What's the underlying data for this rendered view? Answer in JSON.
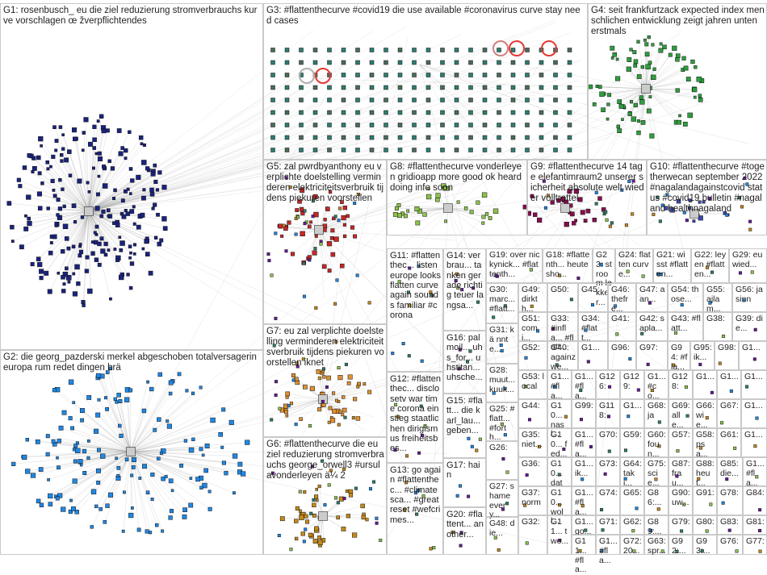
{
  "graph": {
    "groups": [
      {
        "id": "G1",
        "text": "G1: rosenbusch_ eu die ziel reduzierung stromverbrauchs kurve vorschlagen œ žverpflichtendes"
      },
      {
        "id": "G2",
        "text": "G2: die georg_pazderski merkel abgeschoben totalversagerin europa rum redet dingen brä"
      },
      {
        "id": "G3",
        "text": "G3: #flattenthecurve #covid19 die use available #coronavirus curve stay need cases"
      },
      {
        "id": "G4",
        "text": "G4: seit frankfurtzack expected index menschlichen entwicklung zeigt jahren unten erstmals"
      },
      {
        "id": "G5",
        "text": "G5: zal pwrdbyanthony eu verplichte doelstelling verminderen elektriciteitsverbruik tijdens piekuren voorstellen"
      },
      {
        "id": "G6",
        "text": "G6: #flattenthecurve die eu ziel reduzierung stromverbrauchs george_orwell3 #ursulavonderleyen ä¼ 2"
      },
      {
        "id": "G7",
        "text": "G7: eu zal verplichte doelstelling verminderen elektriciteitsverbruik tijdens piekuren voorstellen iknet"
      },
      {
        "id": "G8",
        "text": "G8: #flattenthecurve vonderleyen gridioapp more good ok heard doing info soon"
      },
      {
        "id": "G9",
        "text": "G9: #flattenthecurve 14 tage elefantimraum2 unserer sicherheit absolute welt wieder volltrottel"
      },
      {
        "id": "G10",
        "text": "G10: #flattenthecurve #togetherwecan september 2022 #nagalandagainstcovid status #covid19 bulletin #nagaland healthnagaland"
      },
      {
        "id": "G11",
        "text": "G11: #flattenthec... listen europe looks flatten curve again sounds familiar #corona"
      },
      {
        "id": "G12",
        "text": "G12: #flattenthec... disclosetv war time corona einstieg staatlichen dirigismus freiheitsbes..."
      },
      {
        "id": "G13",
        "text": "G13: go again #flattenthec... #climatesca... #greatreset #wefcrimes..."
      },
      {
        "id": "G14",
        "text": "G14: verbrau... tanken gerade richtig teuer langsa..."
      },
      {
        "id": "G15",
        "text": "G15: #flatt... die karl_lau... geben..."
      },
      {
        "id": "G16",
        "text": "G16: palmoil... uhs_for... uhstitan... uhsche..."
      },
      {
        "id": "G17",
        "text": "G17: hain"
      },
      {
        "id": "G18",
        "text": "G18: #flattenth... heutesho..."
      },
      {
        "id": "G19",
        "text": "G19: over nickynick... #flattenth..."
      },
      {
        "id": "G20",
        "text": "G20: #flattent... another..."
      },
      {
        "id": "G21",
        "text": "G21: wisst #flatten..."
      },
      {
        "id": "G22",
        "text": "G22: leyen #flatten..."
      },
      {
        "id": "G23",
        "text": "G23: stroom lekker..."
      },
      {
        "id": "G24",
        "text": "G24: flatten curve..."
      },
      {
        "id": "G25",
        "text": "G25: #flatt... #forth..."
      },
      {
        "id": "G26",
        "text": "G26:"
      },
      {
        "id": "G27",
        "text": "G27: shame every..."
      },
      {
        "id": "G28",
        "text": "G28: muut... kuuk..."
      },
      {
        "id": "G29",
        "text": "G29: eu wied..."
      },
      {
        "id": "G30",
        "text": "G30: marc... #flatt..."
      },
      {
        "id": "G31",
        "text": "G31: kä nnte..."
      },
      {
        "id": "G32",
        "text": "G32:"
      },
      {
        "id": "G33",
        "text": "G33: #infla... #flatt..."
      },
      {
        "id": "G34",
        "text": "G34: #flatt..."
      },
      {
        "id": "G35",
        "text": "G35: niet..."
      },
      {
        "id": "G36",
        "text": "G36:"
      },
      {
        "id": "G37",
        "text": "G37: norm"
      },
      {
        "id": "G38",
        "text": "G38:"
      },
      {
        "id": "G39",
        "text": "G39: die..."
      },
      {
        "id": "G40",
        "text": "G40: againzwe..."
      },
      {
        "id": "G41",
        "text": "G41:"
      },
      {
        "id": "G42",
        "text": "G42: sapla..."
      },
      {
        "id": "G43",
        "text": "G43: #flatt..."
      },
      {
        "id": "G44",
        "text": "G44:"
      },
      {
        "id": "G45",
        "text": "G45:"
      },
      {
        "id": "G46",
        "text": "G46: thefre..."
      },
      {
        "id": "G47",
        "text": "G47: aan..."
      },
      {
        "id": "G48",
        "text": "G48: die..."
      },
      {
        "id": "G49",
        "text": "G49: dirkth..."
      },
      {
        "id": "G50",
        "text": "G50:"
      },
      {
        "id": "G51",
        "text": "G51: comi..."
      },
      {
        "id": "G52",
        "text": "G52:"
      },
      {
        "id": "G53",
        "text": "G53: local"
      },
      {
        "id": "G54",
        "text": "G54: those..."
      },
      {
        "id": "G55",
        "text": "G55: ajlam..."
      },
      {
        "id": "G56",
        "text": "G56: ja sinn"
      },
      {
        "id": "G57",
        "text": "G57:"
      },
      {
        "id": "G58",
        "text": "G58: psa..."
      },
      {
        "id": "G59",
        "text": "G59:"
      },
      {
        "id": "G60",
        "text": "G60: foun..."
      },
      {
        "id": "G61",
        "text": "G61:"
      },
      {
        "id": "G62",
        "text": "G62:"
      },
      {
        "id": "G63",
        "text": "G63: spr..."
      },
      {
        "id": "G64",
        "text": "G64: taki..."
      },
      {
        "id": "G65",
        "text": "G65:"
      },
      {
        "id": "G66",
        "text": "G66: wie..."
      },
      {
        "id": "G67",
        "text": "G67:"
      },
      {
        "id": "G68",
        "text": "G68: ja"
      },
      {
        "id": "G69",
        "text": "G69: alle..."
      },
      {
        "id": "G70",
        "text": "G70:"
      },
      {
        "id": "G71",
        "text": "G71:"
      },
      {
        "id": "G72",
        "text": "G72: 20..."
      },
      {
        "id": "G73",
        "text": "G73:"
      },
      {
        "id": "G74",
        "text": "G74:"
      },
      {
        "id": "G75",
        "text": "G75: scie..."
      },
      {
        "id": "G76",
        "text": "G76:"
      },
      {
        "id": "G77",
        "text": "G77:"
      },
      {
        "id": "G78",
        "text": "G78:"
      },
      {
        "id": "G79",
        "text": "G79:"
      },
      {
        "id": "G80",
        "text": "G80:"
      },
      {
        "id": "G81",
        "text": "G81:"
      },
      {
        "id": "G83",
        "text": "G83:"
      },
      {
        "id": "G84",
        "text": "G84:"
      },
      {
        "id": "G85",
        "text": "G85: die..."
      },
      {
        "id": "G86",
        "text": "G86:..."
      },
      {
        "id": "G87",
        "text": "G87: frau..."
      },
      {
        "id": "G88",
        "text": "G88: heut..."
      },
      {
        "id": "G89",
        "text": "G89:..."
      },
      {
        "id": "G90",
        "text": "G90: uw..."
      },
      {
        "id": "G91",
        "text": "G91:"
      },
      {
        "id": "G92",
        "text": "G92:..."
      },
      {
        "id": "G93",
        "text": "G93:..."
      },
      {
        "id": "G94",
        "text": "G94: #fla..."
      },
      {
        "id": "G95",
        "text": "G95: ik..."
      },
      {
        "id": "G96",
        "text": "G96:"
      },
      {
        "id": "G97",
        "text": "G97:"
      },
      {
        "id": "G98",
        "text": "G98:"
      },
      {
        "id": "G99",
        "text": "G99:"
      },
      {
        "id": "G100",
        "text": "G10... dat"
      },
      {
        "id": "G101",
        "text": "G10... fed..."
      },
      {
        "id": "G102",
        "text": "G10... nasl..."
      },
      {
        "id": "G103",
        "text": "G10... woll..."
      },
      {
        "id": "G104",
        "text": "G104:"
      },
      {
        "id": "G105",
        "text": "G1... #fla..."
      },
      {
        "id": "G106",
        "text": "G1... #fla..."
      },
      {
        "id": "G107",
        "text": "G1... ik..."
      },
      {
        "id": "G108",
        "text": "G1... go..."
      },
      {
        "id": "G109",
        "text": "G11... two..."
      },
      {
        "id": "G110",
        "text": "G11... #fla..."
      },
      {
        "id": "G111",
        "text": "G1... #fla..."
      },
      {
        "id": "G112",
        "text": "G1... #fla..."
      },
      {
        "id": "G113",
        "text": "G1... #fla..."
      },
      {
        "id": "G114",
        "text": "G1..."
      },
      {
        "id": "G115",
        "text": "G1..."
      },
      {
        "id": "G116",
        "text": "G1..."
      },
      {
        "id": "G117",
        "text": "G1..."
      },
      {
        "id": "G118",
        "text": "G118:"
      },
      {
        "id": "G119",
        "text": "G1..."
      },
      {
        "id": "G120",
        "text": "G1... #co..."
      },
      {
        "id": "G121",
        "text": "G1... #fla..."
      },
      {
        "id": "G122",
        "text": "G1..."
      },
      {
        "id": "G124",
        "text": "G1..."
      },
      {
        "id": "G126",
        "text": "G126:"
      },
      {
        "id": "G128",
        "text": "G128:"
      },
      {
        "id": "G129",
        "text": "G129:"
      },
      {
        "id": "G130",
        "text": "G1..."
      }
    ]
  },
  "colors": {
    "border": "#c9c9c9",
    "edge": "#9a9a9a",
    "G1": "#1a237e",
    "G2": "#1e88e5",
    "G3": "#2e7d6f",
    "G4": "#2e9e3e",
    "G5": "#c62828",
    "G6": "#c58a1a",
    "G7": "#e09030",
    "G8": "#8bc34a",
    "G9": "#880e4f",
    "G10": "#3949ab",
    "highlight": "#e53935"
  }
}
